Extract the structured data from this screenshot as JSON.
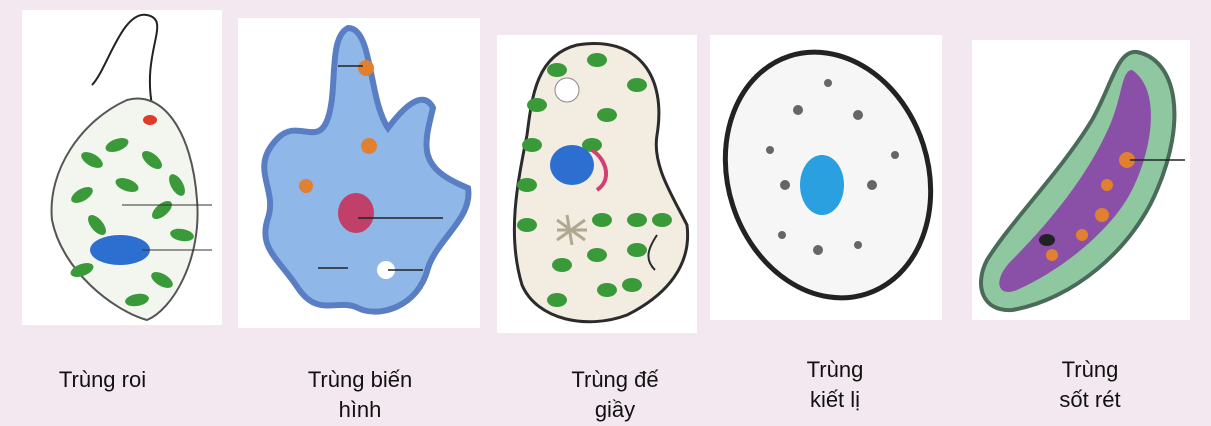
{
  "organisms": [
    {
      "name": "euglena",
      "caption_lines": [
        "Trùng roi"
      ]
    },
    {
      "name": "amoeba",
      "caption_lines": [
        "Trùng biến",
        "hình"
      ]
    },
    {
      "name": "paramecium",
      "caption_lines": [
        "Trùng đế",
        "giầy"
      ]
    },
    {
      "name": "entamoeba",
      "caption_lines": [
        "Trùng",
        "kiết lị"
      ]
    },
    {
      "name": "plasmodium",
      "caption_lines": [
        "Trùng",
        "sốt rét"
      ]
    }
  ],
  "colors": {
    "background": "#f4e8f0",
    "chloroplast": "#3a9a3a",
    "nucleus_blue": "#2d6fd0",
    "amoeba_body": "#8fb8e8",
    "amoeba_nucleus": "#c0406a",
    "parasite_purple": "#8a3aa8"
  }
}
